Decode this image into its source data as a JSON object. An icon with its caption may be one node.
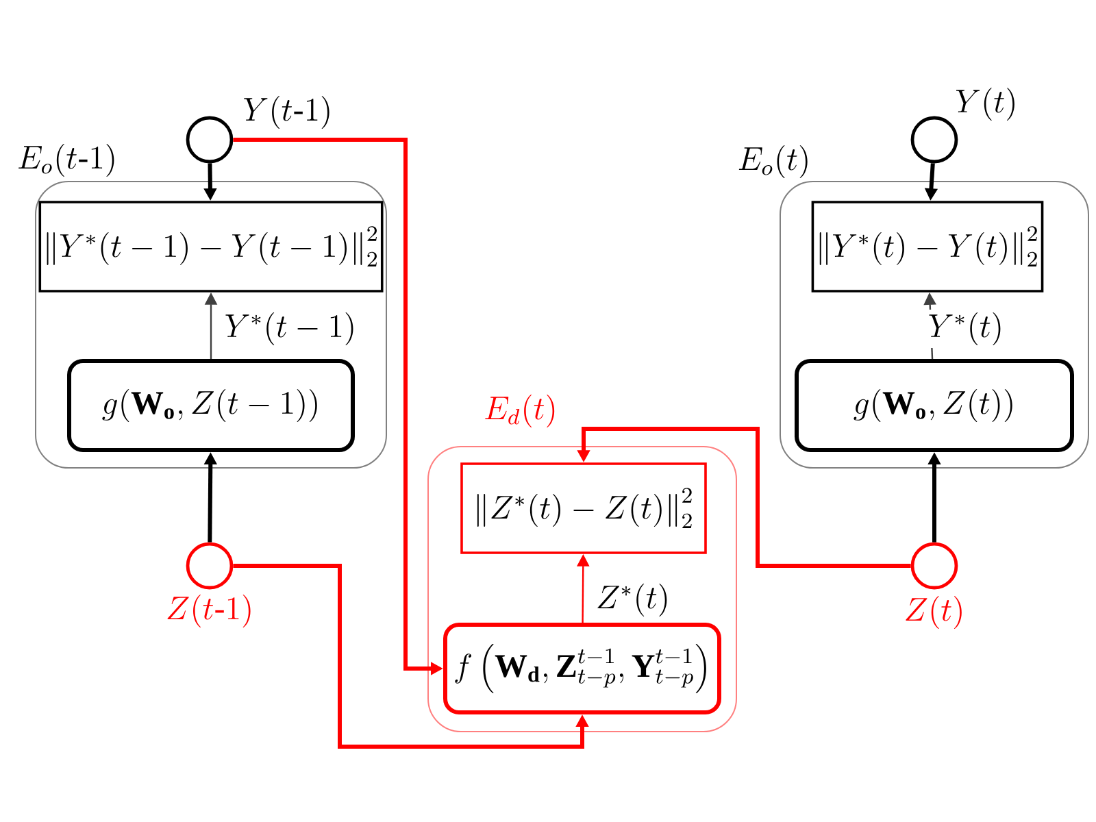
{
  "diagram": {
    "nodes": [
      {
        "text": [],
        "shape": "circle",
        "beside": [
          "Y(t\\mbox{-}1)"
        ]
      },
      {
        "text": [
          "E_o(t\\mbox{-}1)"
        ]
      },
      {
        "text": [
          "\\left\\|Y^*(t-1)-Y(t-1)\\right\\|_2^2"
        ],
        "in": 1
      },
      {
        "text": [
          "g(\\mathbf{W_o},Z(t-1))"
        ],
        "in": 1
      },
      {
        "text": [],
        "shape": "circle",
        "beside": [
          "Z(t\\mbox{-}1)"
        ]
      },
      {
        "text": [
          "E_d(t)"
        ]
      },
      {
        "text": [
          "\\left\\|Z^*(t)-Z(t)\\right\\|_2^2"
        ],
        "in": 5
      },
      {
        "text": [
          "f\\left(\\mathbf{W_d},\\mathbf{Z}_{t-p}^{t-1},\\mathbf{Y}_{t-p}^{t-1}\\right)"
        ],
        "in": 5
      },
      {
        "text": [],
        "shape": "circle",
        "beside": [
          "Y(t)"
        ]
      },
      {
        "text": [
          "E_o(t)"
        ]
      },
      {
        "text": [
          "\\left\\|Y^*(t)-Y(t)\\right\\|_2^2"
        ],
        "in": 9
      },
      {
        "text": [
          "g(\\mathbf{W_o},Z(t))"
        ],
        "in": 9
      },
      {
        "text": [],
        "shape": "circle",
        "beside": [
          "Z(t)"
        ]
      }
    ],
    "edges": [
      {
        "from": 0,
        "to": 2,
        "arrow": "to"
      },
      {
        "from": 3,
        "to": 2,
        "arrow": "to",
        "label": "Y^*(t-1)"
      },
      {
        "from": 4,
        "to": 3,
        "arrow": "to"
      },
      {
        "from": 0,
        "to": 7,
        "arrow": "to",
        "color": "#ff0000"
      },
      {
        "from": 4,
        "to": 7,
        "arrow": "to",
        "color": "#ff0000"
      },
      {
        "from": 7,
        "to": 6,
        "arrow": "to",
        "label": "Z^*(t)",
        "color": "#ff0000"
      },
      {
        "from": 12,
        "to": 6,
        "arrow": "to",
        "color": "#ff0000"
      },
      {
        "from": 8,
        "to": 10,
        "arrow": "to"
      },
      {
        "from": 11,
        "to": 10,
        "arrow": "to",
        "label": "Y^*(t)"
      },
      {
        "from": 12,
        "to": 11,
        "arrow": "to"
      }
    ]
  }
}
